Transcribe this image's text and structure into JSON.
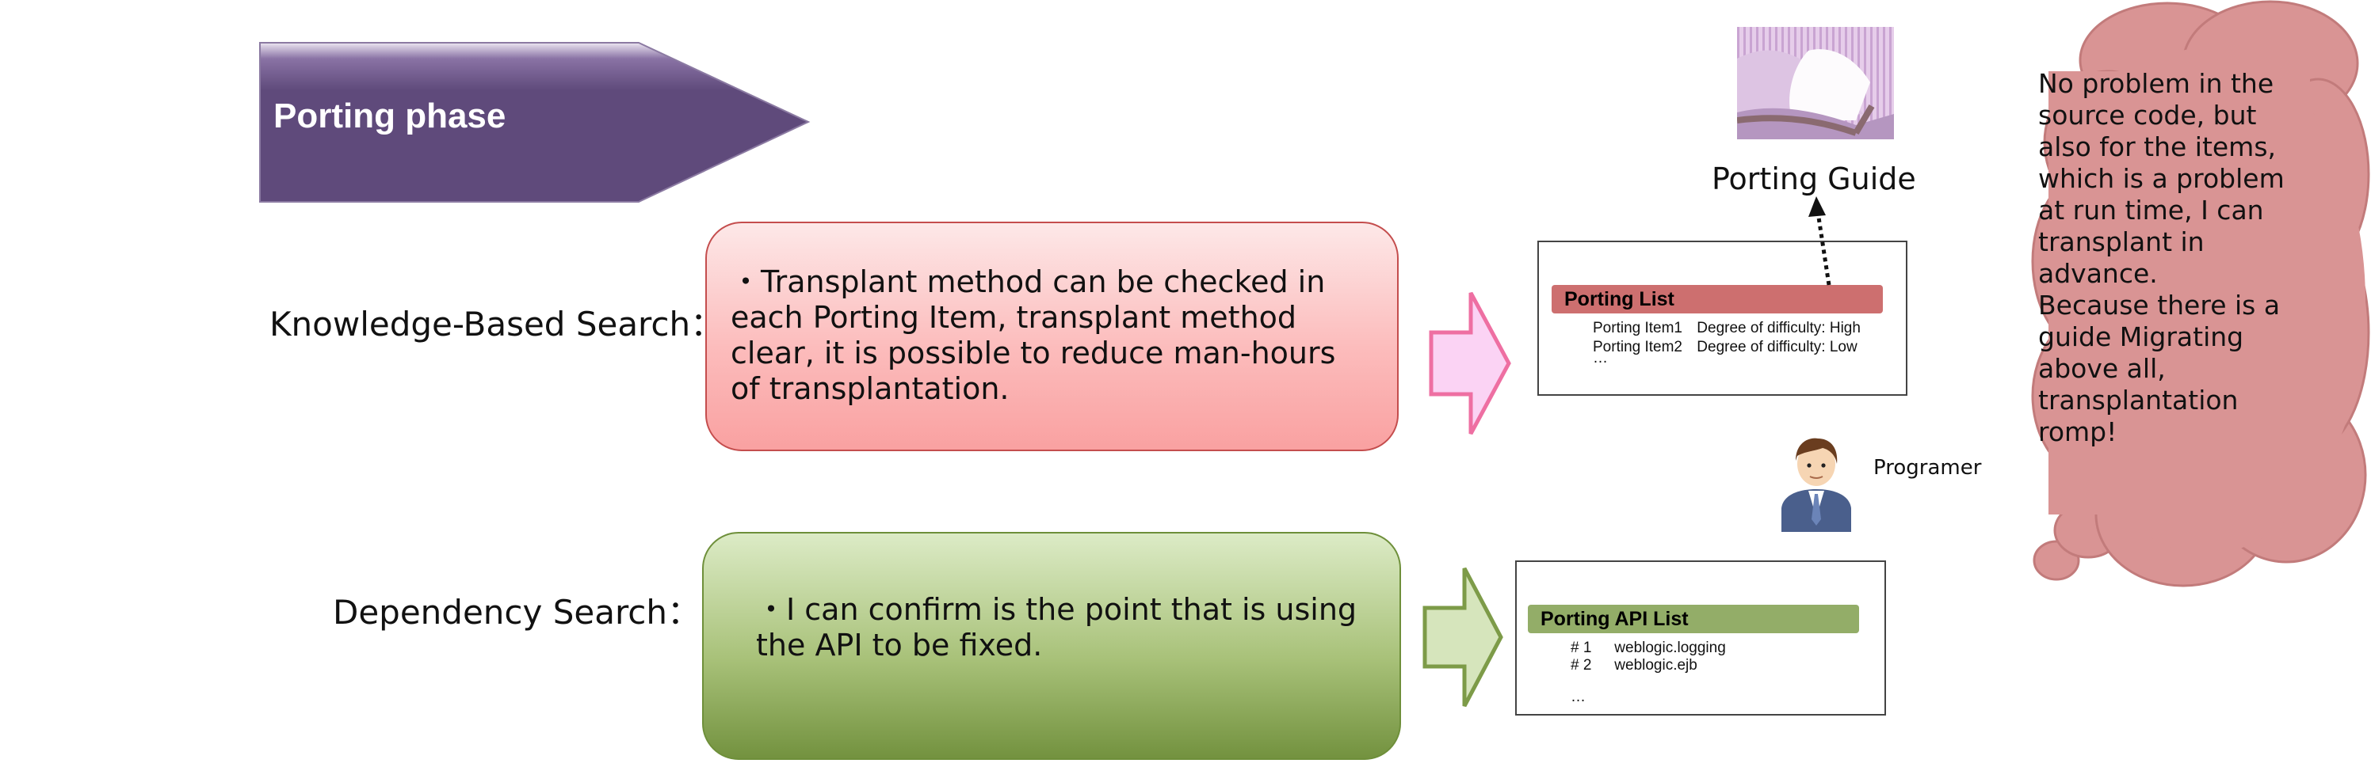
{
  "phase": {
    "title": "Porting phase",
    "color": "#5f4a7b"
  },
  "knowledge": {
    "label": "Knowledge-Based Search：",
    "description": "・Transplant method can be checked in each Porting Item, transplant method clear, it is possible to reduce man-hours of transplantation."
  },
  "dependency": {
    "label": "Dependency Search：",
    "description": "・I can confirm is the point that is using the API to be fixed."
  },
  "porting_list": {
    "header": "Porting List",
    "header_color": "#cd6f6f",
    "rows": [
      {
        "name": "Porting Item1",
        "detail": "Degree of difficulty: High"
      },
      {
        "name": "Porting Item2",
        "detail": "Degree of difficulty: Low"
      }
    ],
    "more": "…"
  },
  "api_list": {
    "header": "Porting API List",
    "header_color": "#93ad68",
    "rows": [
      {
        "num": "# 1",
        "api": "weblogic.logging"
      },
      {
        "num": "# 2",
        "api": "weblogic.ejb"
      }
    ],
    "more": "…"
  },
  "guide": {
    "label": "Porting Guide",
    "icon": "book-icon"
  },
  "programmer": {
    "label": "Programer",
    "icon": "programmer-avatar"
  },
  "cloud": {
    "text": "No problem in the source code, but also for the items, which is a problem at run time, I can transplant in advance.\nBecause there is a guide Migrating above all, transplantation romp!",
    "color": "#d99494"
  }
}
